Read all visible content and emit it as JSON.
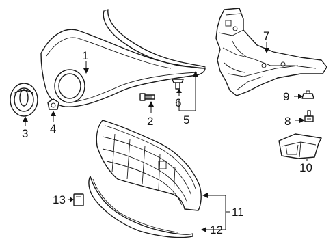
{
  "diagram": {
    "callouts": [
      {
        "id": "1",
        "label": "1"
      },
      {
        "id": "2",
        "label": "2"
      },
      {
        "id": "3",
        "label": "3"
      },
      {
        "id": "4",
        "label": "4"
      },
      {
        "id": "5",
        "label": "5"
      },
      {
        "id": "6",
        "label": "6"
      },
      {
        "id": "7",
        "label": "7"
      },
      {
        "id": "8",
        "label": "8"
      },
      {
        "id": "9",
        "label": "9"
      },
      {
        "id": "10",
        "label": "10"
      },
      {
        "id": "11",
        "label": "11"
      },
      {
        "id": "12",
        "label": "12"
      },
      {
        "id": "13",
        "label": "13"
      }
    ]
  }
}
